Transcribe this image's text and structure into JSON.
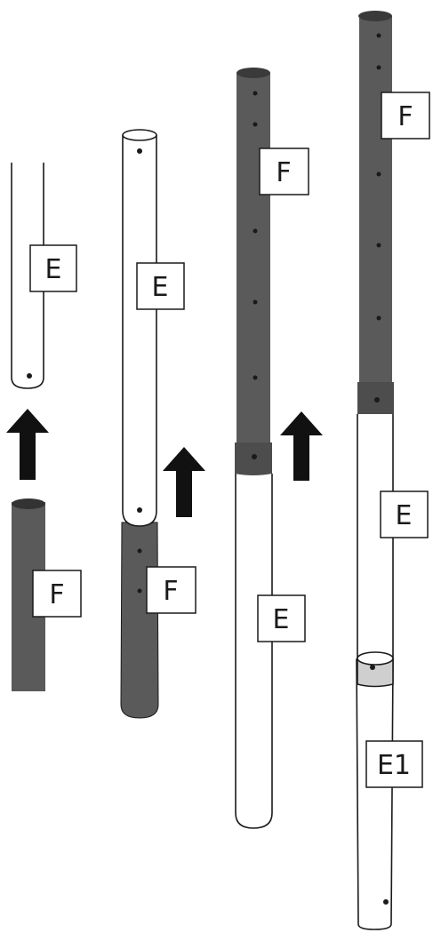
{
  "colors": {
    "dark_tube": "#5a5a5a",
    "collar": "#4d4d4d",
    "light_tube": "#ffffff",
    "outline": "#1a1a1a",
    "cap": "#cfcfcf",
    "arrow": "#111111"
  },
  "labels": {
    "s1_top": "E",
    "s1_bottom": "F",
    "s2_top": "E",
    "s2_bottom": "F",
    "s3_top": "F",
    "s3_bottom": "E",
    "s4_top": "F",
    "s4_mid": "E",
    "s4_bottom": "E1"
  }
}
